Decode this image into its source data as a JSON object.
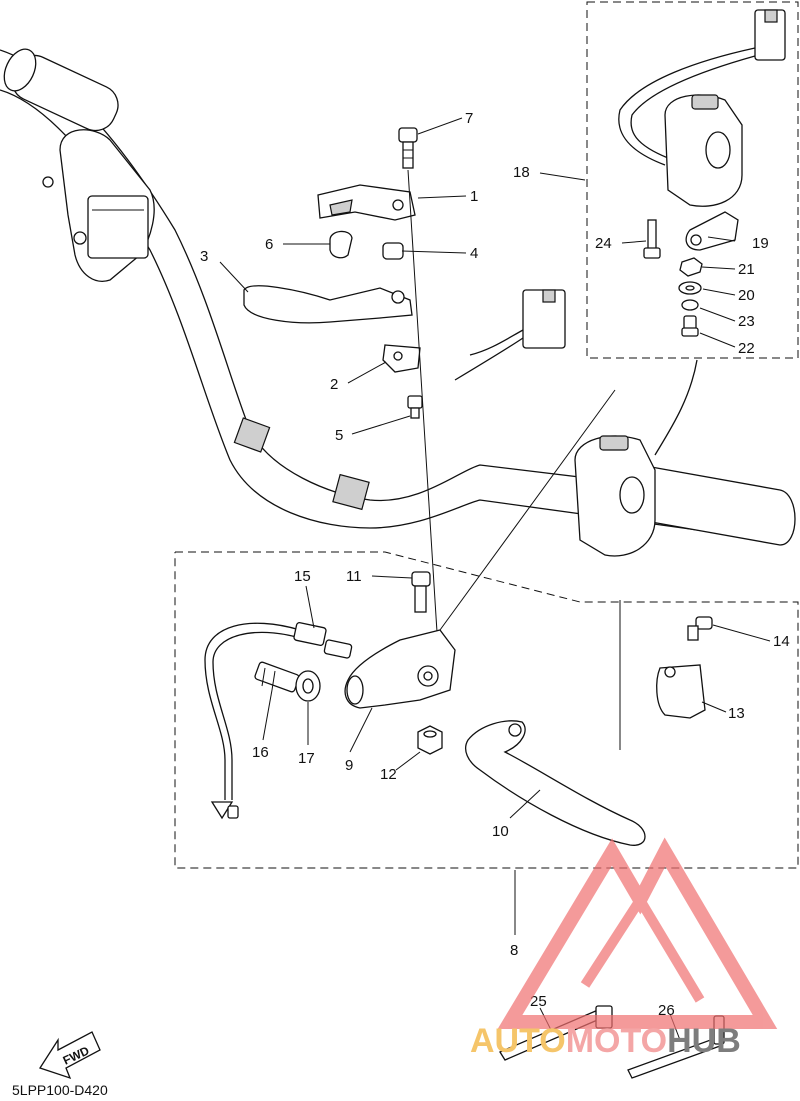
{
  "diagram_code": "5LPP100-D420",
  "fwd_label": "FWD",
  "watermark": {
    "word_parts": [
      "AUTO",
      "MOTO",
      "HUB"
    ],
    "colors": {
      "primary": "#f4a6a6",
      "accent": "#f5c56a",
      "dark": "#7d7d7d",
      "triangle": "#f07070"
    }
  },
  "parts": [
    {
      "id": "1",
      "label": "1"
    },
    {
      "id": "2",
      "label": "2"
    },
    {
      "id": "3",
      "label": "3"
    },
    {
      "id": "4",
      "label": "4"
    },
    {
      "id": "5",
      "label": "5"
    },
    {
      "id": "6",
      "label": "6"
    },
    {
      "id": "7",
      "label": "7"
    },
    {
      "id": "8",
      "label": "8"
    },
    {
      "id": "9",
      "label": "9"
    },
    {
      "id": "10",
      "label": "10"
    },
    {
      "id": "11",
      "label": "11"
    },
    {
      "id": "12",
      "label": "12"
    },
    {
      "id": "13",
      "label": "13"
    },
    {
      "id": "14",
      "label": "14"
    },
    {
      "id": "15",
      "label": "15"
    },
    {
      "id": "16",
      "label": "16"
    },
    {
      "id": "17",
      "label": "17"
    },
    {
      "id": "18",
      "label": "18"
    },
    {
      "id": "19",
      "label": "19"
    },
    {
      "id": "20",
      "label": "20"
    },
    {
      "id": "21",
      "label": "21"
    },
    {
      "id": "22",
      "label": "22"
    },
    {
      "id": "23",
      "label": "23"
    },
    {
      "id": "24",
      "label": "24"
    },
    {
      "id": "25",
      "label": "25"
    },
    {
      "id": "26",
      "label": "26"
    }
  ]
}
